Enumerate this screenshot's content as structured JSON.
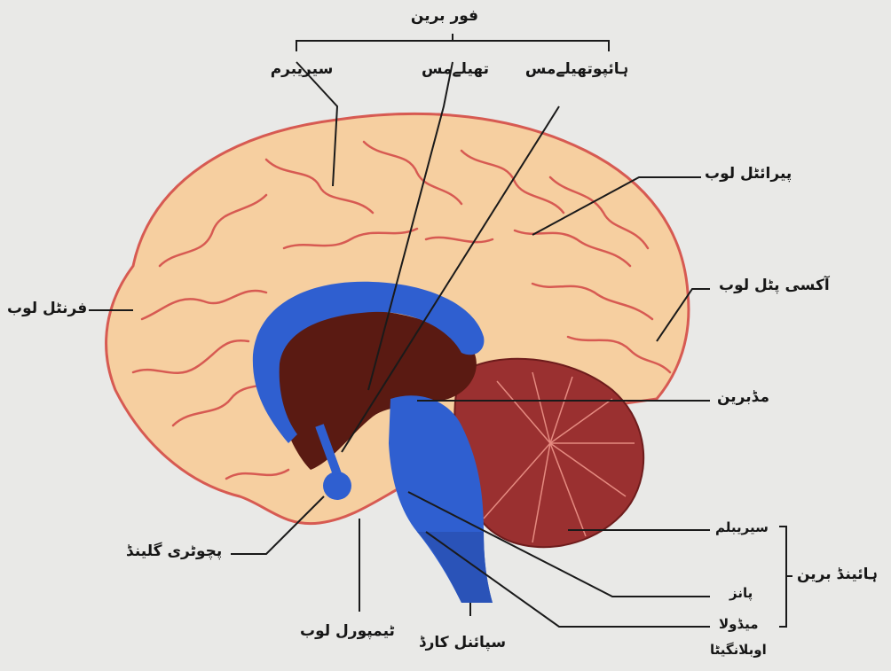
{
  "labels": {
    "forebrain": "فور برین",
    "cerebrum": "سیریبرم",
    "thalamus": "تھیلےمس",
    "hypothalamus": "ہائپوتھیلےمس",
    "parietal_lobe": "پیرائٹل لوب",
    "occipital_lobe": "آکسی پٹل لوب",
    "frontal_lobe": "فرنٹل لوب",
    "midbrain": "مڈبرین",
    "cerebellum": "سیریبلم",
    "hindbrain": "ہائینڈ برین",
    "pons": "پانز",
    "medulla_line1": "میڈولا",
    "medulla_line2": "اوبلانگیٹا",
    "pituitary_gland": "پچوٹری گلینڈ",
    "temporal_lobe": "ٹیمپورل لوب",
    "spinal_cord": "سپائنل کارڈ"
  },
  "colors": {
    "background": "#e9e9e7",
    "cortex": "#f6cfa0",
    "cortex_outline": "#d75a52",
    "ventricle_blue": "#2f5fd0",
    "inner_brown": "#5a1a12",
    "cerebellum_red": "#9a3030",
    "leader_line": "#1a1a1a"
  }
}
